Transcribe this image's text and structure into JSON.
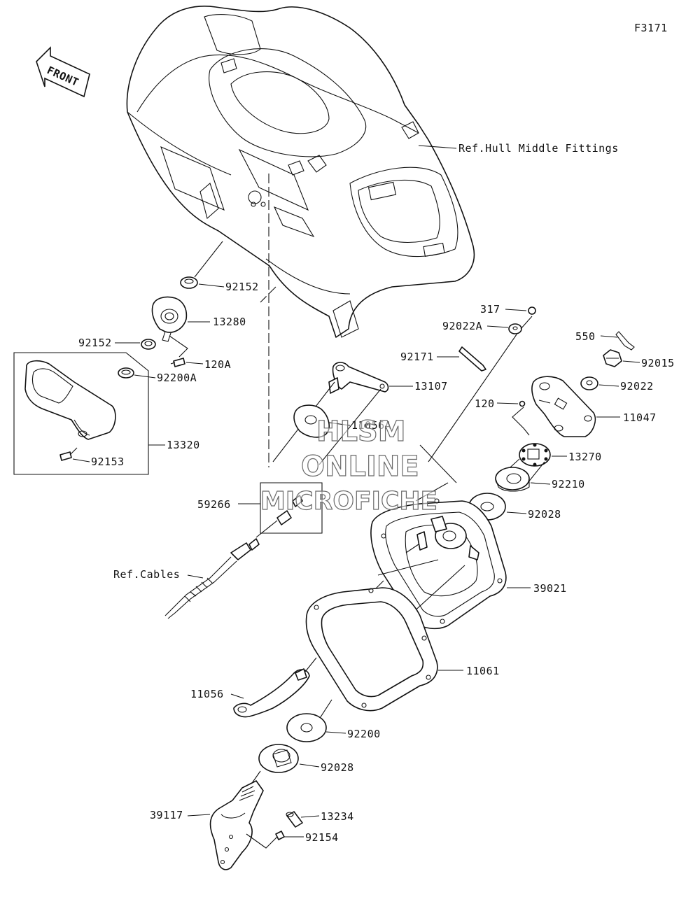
{
  "figure_id": "F3171",
  "front_arrow_label": "FRONT",
  "references": {
    "hull": "Ref.Hull Middle Fittings",
    "cables": "Ref.Cables"
  },
  "watermark": [
    "HLSM",
    "ONLINE",
    "MICROFICHE"
  ],
  "callouts": {
    "c_92152_top": "92152",
    "c_13280": "13280",
    "c_92152_left": "92152",
    "c_120A": "120A",
    "c_92200A": "92200A",
    "c_13320": "13320",
    "c_92153": "92153",
    "c_13107": "13107",
    "c_11056A": "11056A",
    "c_59266": "59266",
    "c_317": "317",
    "c_92022A": "92022A",
    "c_92171": "92171",
    "c_550": "550",
    "c_92015": "92015",
    "c_92022": "92022",
    "c_120": "120",
    "c_11047": "11047",
    "c_13270": "13270",
    "c_92210": "92210",
    "c_92028_top": "92028",
    "c_39021": "39021",
    "c_11061": "11061",
    "c_11056": "11056",
    "c_92200": "92200",
    "c_92028_bottom": "92028",
    "c_39117": "39117",
    "c_13234": "13234",
    "c_92154": "92154"
  }
}
